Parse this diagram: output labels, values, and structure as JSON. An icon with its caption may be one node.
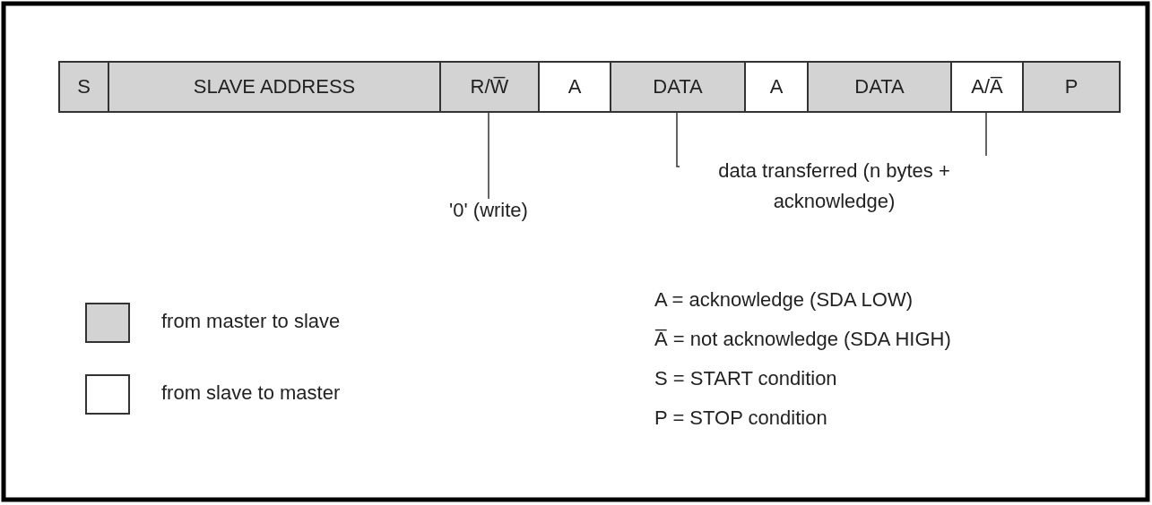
{
  "diagram": {
    "nodes": [
      {
        "text": [
          "S"
        ]
      },
      {
        "text": [
          "SLAVE ADDRESS"
        ]
      },
      {
        "text": [
          "R/W̅"
        ]
      },
      {
        "text": [
          "A"
        ]
      },
      {
        "text": [
          "DATA"
        ]
      },
      {
        "text": [
          "A"
        ]
      },
      {
        "text": [
          "DATA"
        ]
      },
      {
        "text": [
          "A/A̅"
        ]
      },
      {
        "text": [
          "P"
        ]
      },
      {
        "text": [
          "'0' (write)"
        ]
      }
    ],
    "edges": [
      {
        "from": 9,
        "to": 2,
        "arrow": "none"
      }
    ],
    "labels": [
      "data transferred (n bytes + acknowledge)",
      "A = acknowledge (SDA LOW)",
      "A̅ = not acknowledge (SDA HIGH)",
      "S = START condition",
      "P = STOP condition"
    ],
    "legend": [
      {
        "text": "from master to slave",
        "color": "#d3d3d3"
      },
      {
        "text": "from slave to master",
        "color": "#ffffff"
      }
    ]
  }
}
